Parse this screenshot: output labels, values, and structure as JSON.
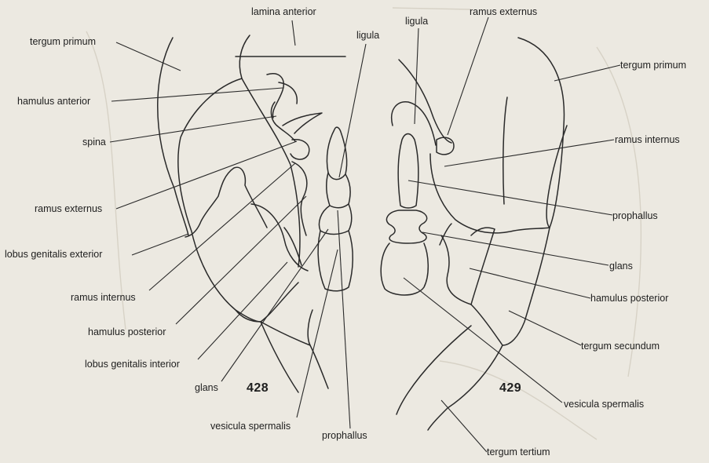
{
  "figure_numbers": {
    "left": "428",
    "right": "429"
  },
  "left_figure_labels": {
    "lamina_anterior": "lamina anterior",
    "tergum_primum": "tergum primum",
    "hamulus_anterior": "hamulus anterior",
    "spina": "spina",
    "ramus_externus": "ramus externus",
    "lobus_genitalis_exterior": "lobus genitalis exterior",
    "ramus_internus": "ramus internus",
    "hamulus_posterior": "hamulus posterior",
    "lobus_genitalis_interior": "lobus genitalis interior",
    "glans": "glans",
    "vesicula_spermalis": "vesicula spermalis",
    "prophallus": "prophallus",
    "ligula": "ligula"
  },
  "right_figure_labels": {
    "ligula": "ligula",
    "ramus_externus": "ramus externus",
    "tergum_primum": "tergum primum",
    "ramus_internus": "ramus internus",
    "prophallus": "prophallus",
    "glans": "glans",
    "hamulus_posterior": "hamulus posterior",
    "tergum_secundum": "tergum secundum",
    "vesicula_spermalis": "vesicula spermalis",
    "tergum_tertium": "tergum tertium"
  }
}
